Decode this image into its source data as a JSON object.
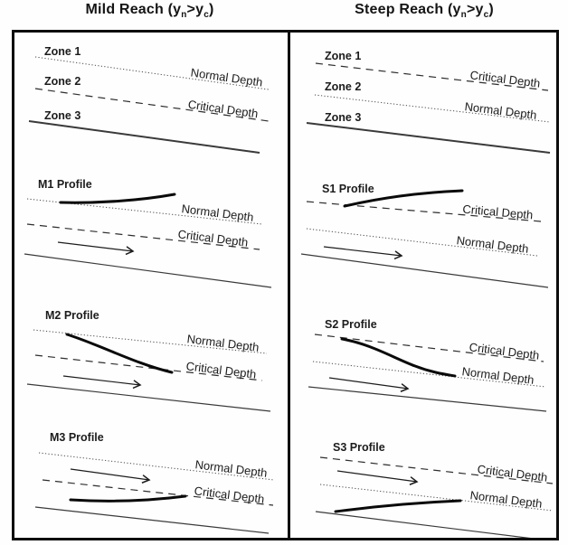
{
  "titles": {
    "mild": {
      "prefix": "Mild Reach (y",
      "sub_n": "n",
      "mid": ">y",
      "sub_c": "c",
      "suffix": ")"
    },
    "steep": {
      "prefix": "Steep Reach (y",
      "sub_n": "n",
      "mid": ">y",
      "sub_c": "c",
      "suffix": ")"
    }
  },
  "depth_labels": {
    "normal": "Normal Depth",
    "critical": "Critical Depth"
  },
  "mild": {
    "zone1": "Zone 1",
    "zone2": "Zone 2",
    "zone3": "Zone 3",
    "m1": "M1 Profile",
    "m2": "M2 Profile",
    "m3": "M3 Profile"
  },
  "steep": {
    "zone1": "Zone 1",
    "zone2": "Zone 2",
    "zone3": "Zone 3",
    "s1": "S1 Profile",
    "s2": "S2 Profile",
    "s3": "S3 Profile"
  },
  "colors": {
    "ink": "#1a1a1a",
    "background": "#ffffff"
  }
}
